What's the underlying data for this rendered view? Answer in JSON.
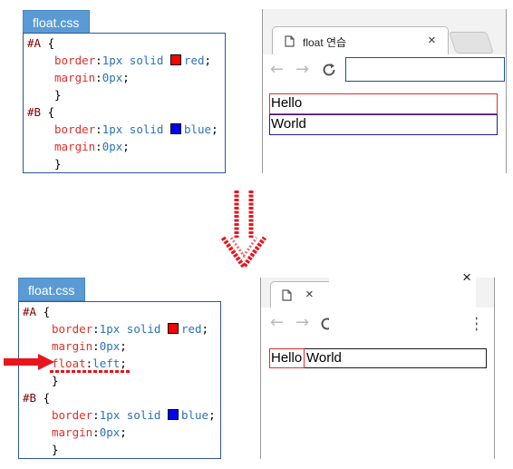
{
  "top": {
    "tab_label": "float.css",
    "code": {
      "a_selector": "#A",
      "b_selector": "#B",
      "open_brace": "{",
      "close_brace": "}",
      "border_prop": "border",
      "colon": ":",
      "semicolon": ";",
      "border_value": "1px solid",
      "a_color": "red",
      "b_color": "blue",
      "margin_prop": "margin",
      "margin_value": "0px"
    },
    "browser": {
      "tab_title": "float 연습",
      "close_glyph": "×",
      "hello": "Hello",
      "world": "World"
    }
  },
  "bottom": {
    "tab_label": "float.css",
    "code": {
      "a_selector": "#A",
      "b_selector": "#B",
      "open_brace": "{",
      "close_brace": "}",
      "border_prop": "border",
      "colon": ":",
      "semicolon": ";",
      "border_value": "1px solid",
      "a_color": "red",
      "b_color": "blue",
      "margin_prop": "margin",
      "margin_value": "0px",
      "float_prop": "float",
      "float_value": "left"
    },
    "browser": {
      "close_glyph": "×",
      "popup_close": "×",
      "hello": "Hello",
      "world": "World"
    }
  },
  "colors": {
    "red_swatch": "#ff0000",
    "blue_swatch": "#0000ff",
    "box_a_border": "#e03030",
    "box_b_border": "#1f1f8f",
    "tab_background": "#5b9bd5",
    "arrow": "#e8141e"
  },
  "icons": [
    "back-arrow-icon",
    "forward-arrow-icon",
    "reload-icon",
    "page-icon",
    "menu-dots-icon",
    "down-arrow-icon",
    "right-arrow-icon"
  ]
}
